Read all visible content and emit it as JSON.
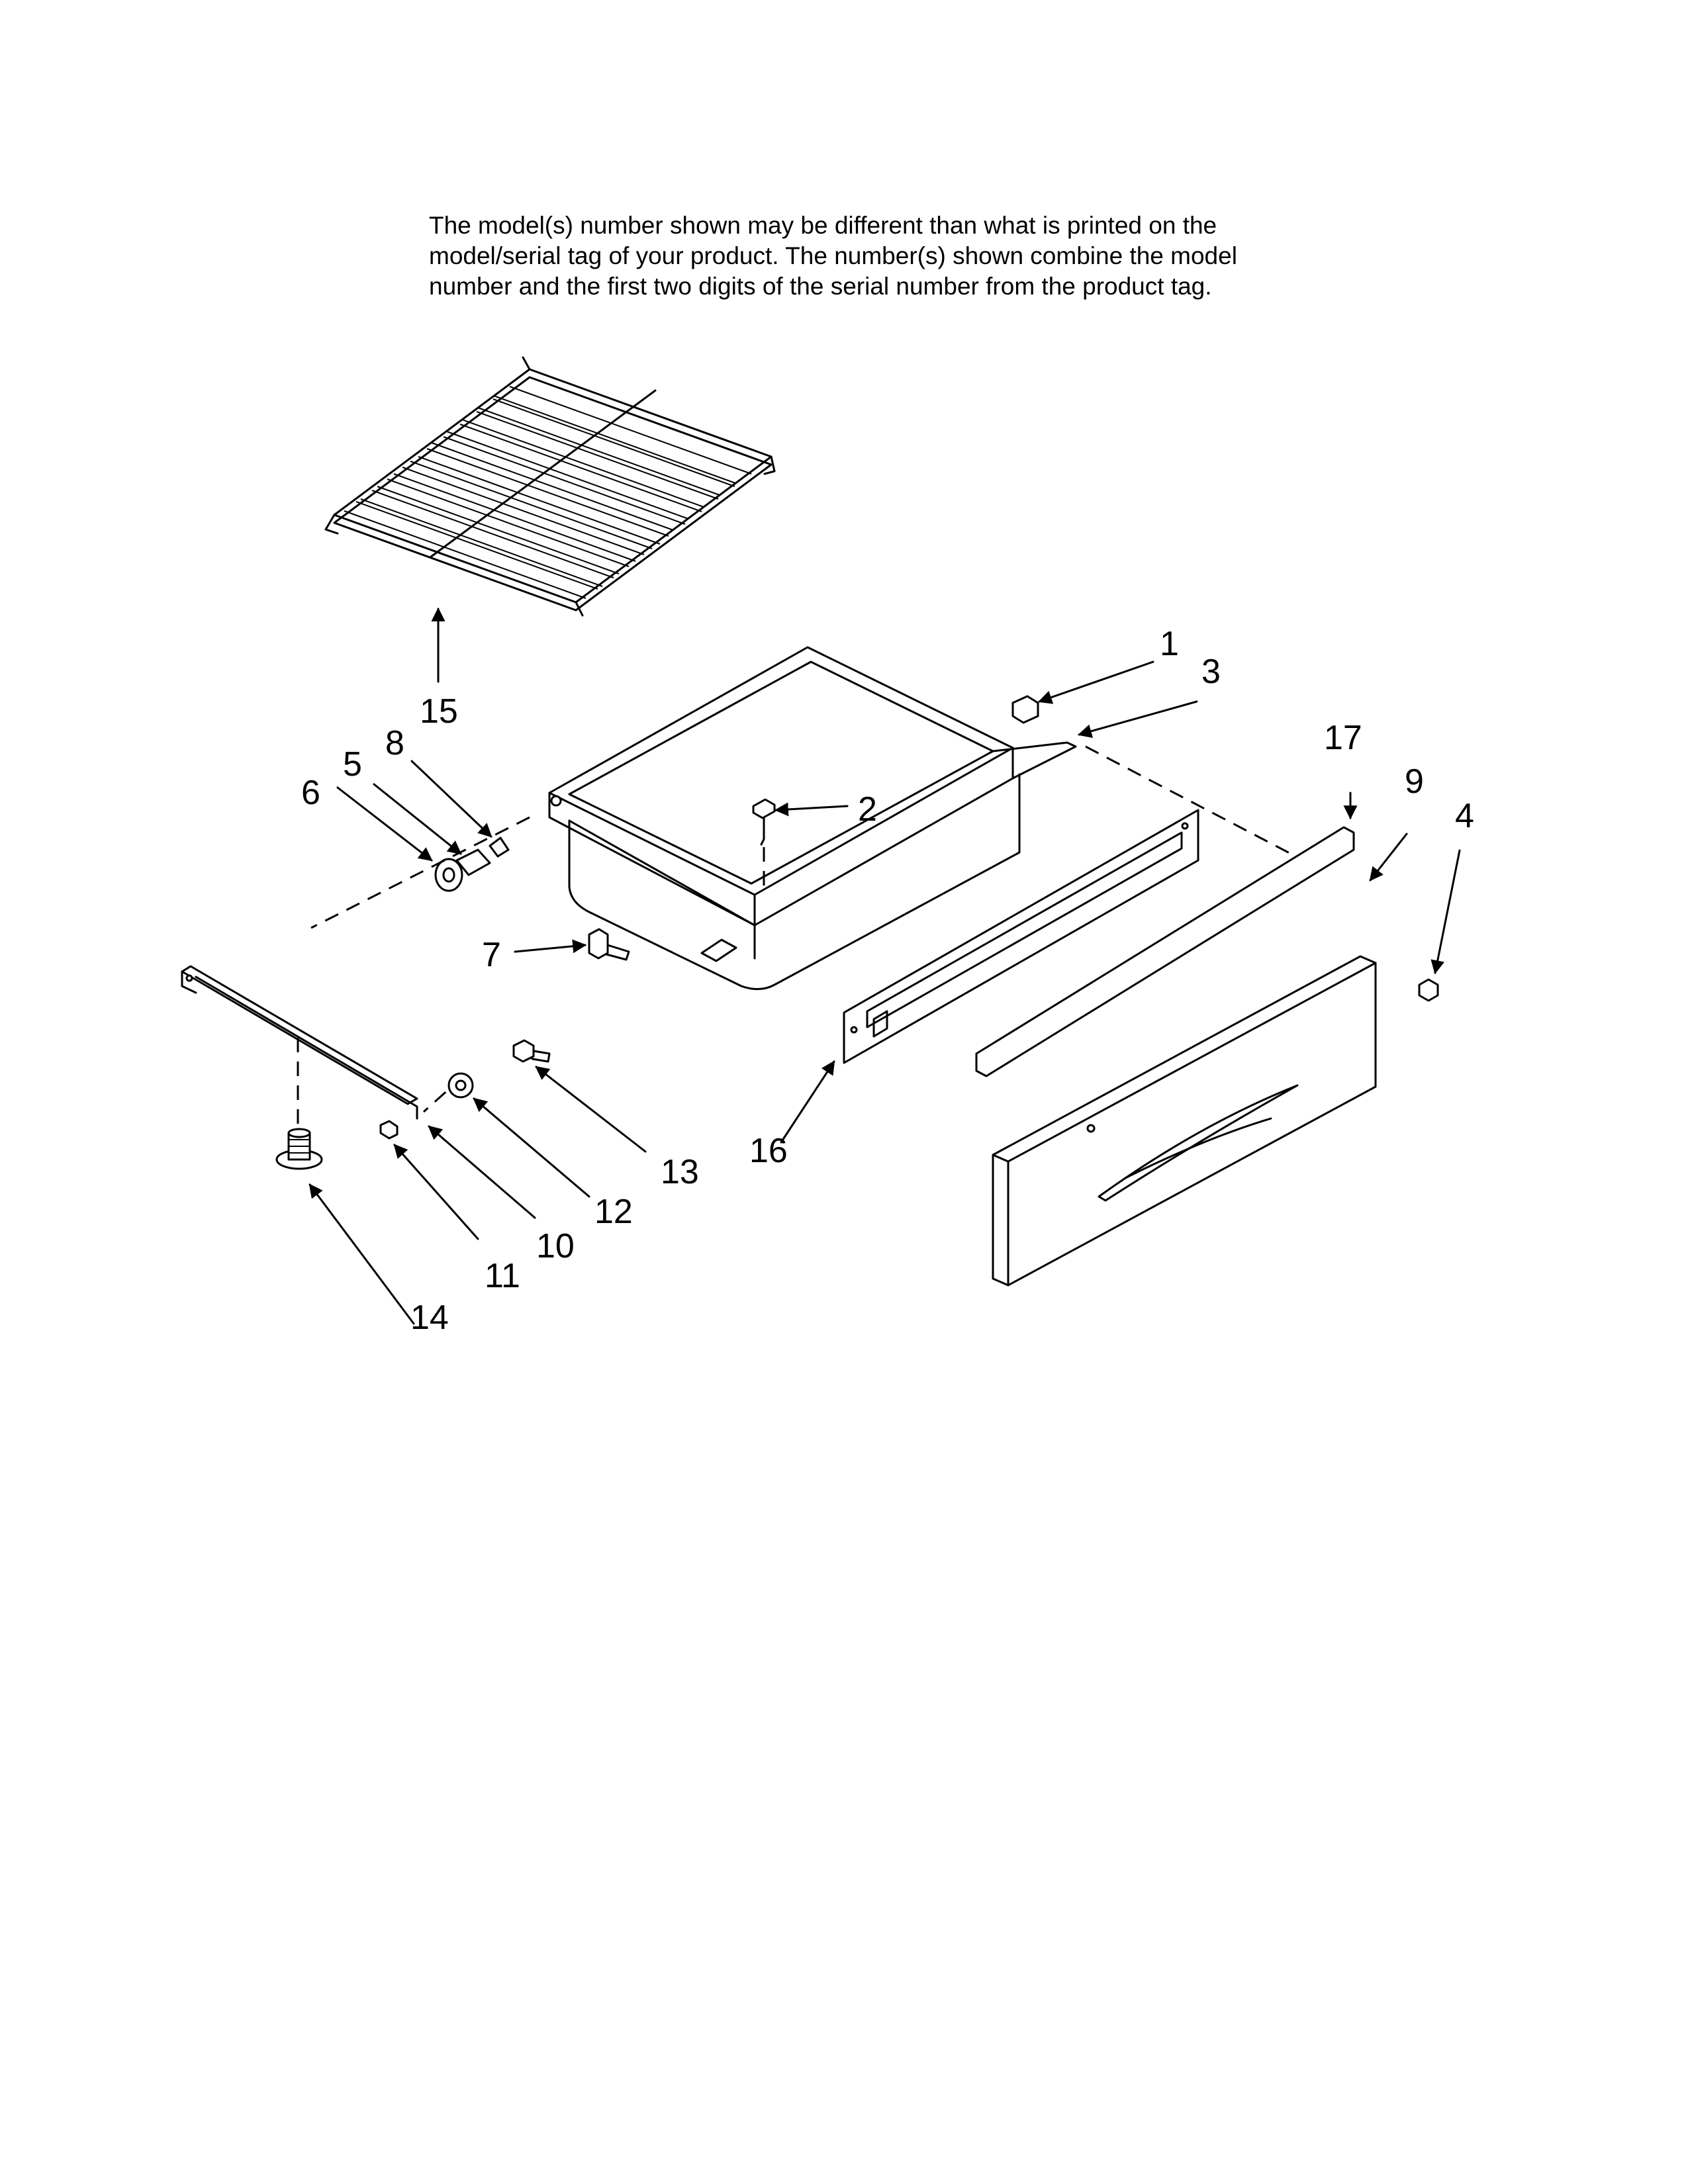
{
  "note": {
    "line1": "The model(s) number shown may be different than what is printed on the",
    "line2": "model/serial tag of your product. The number(s) shown combine the model",
    "line3": "number and the first two digits of the serial number from the product tag."
  },
  "callouts": {
    "c1": "1",
    "c2": "2",
    "c3": "3",
    "c4": "4",
    "c5": "5",
    "c6": "6",
    "c7": "7",
    "c8": "8",
    "c9": "9",
    "c10": "10",
    "c11": "11",
    "c12": "12",
    "c13": "13",
    "c14": "14",
    "c15": "15",
    "c16": "16",
    "c17": "17"
  }
}
